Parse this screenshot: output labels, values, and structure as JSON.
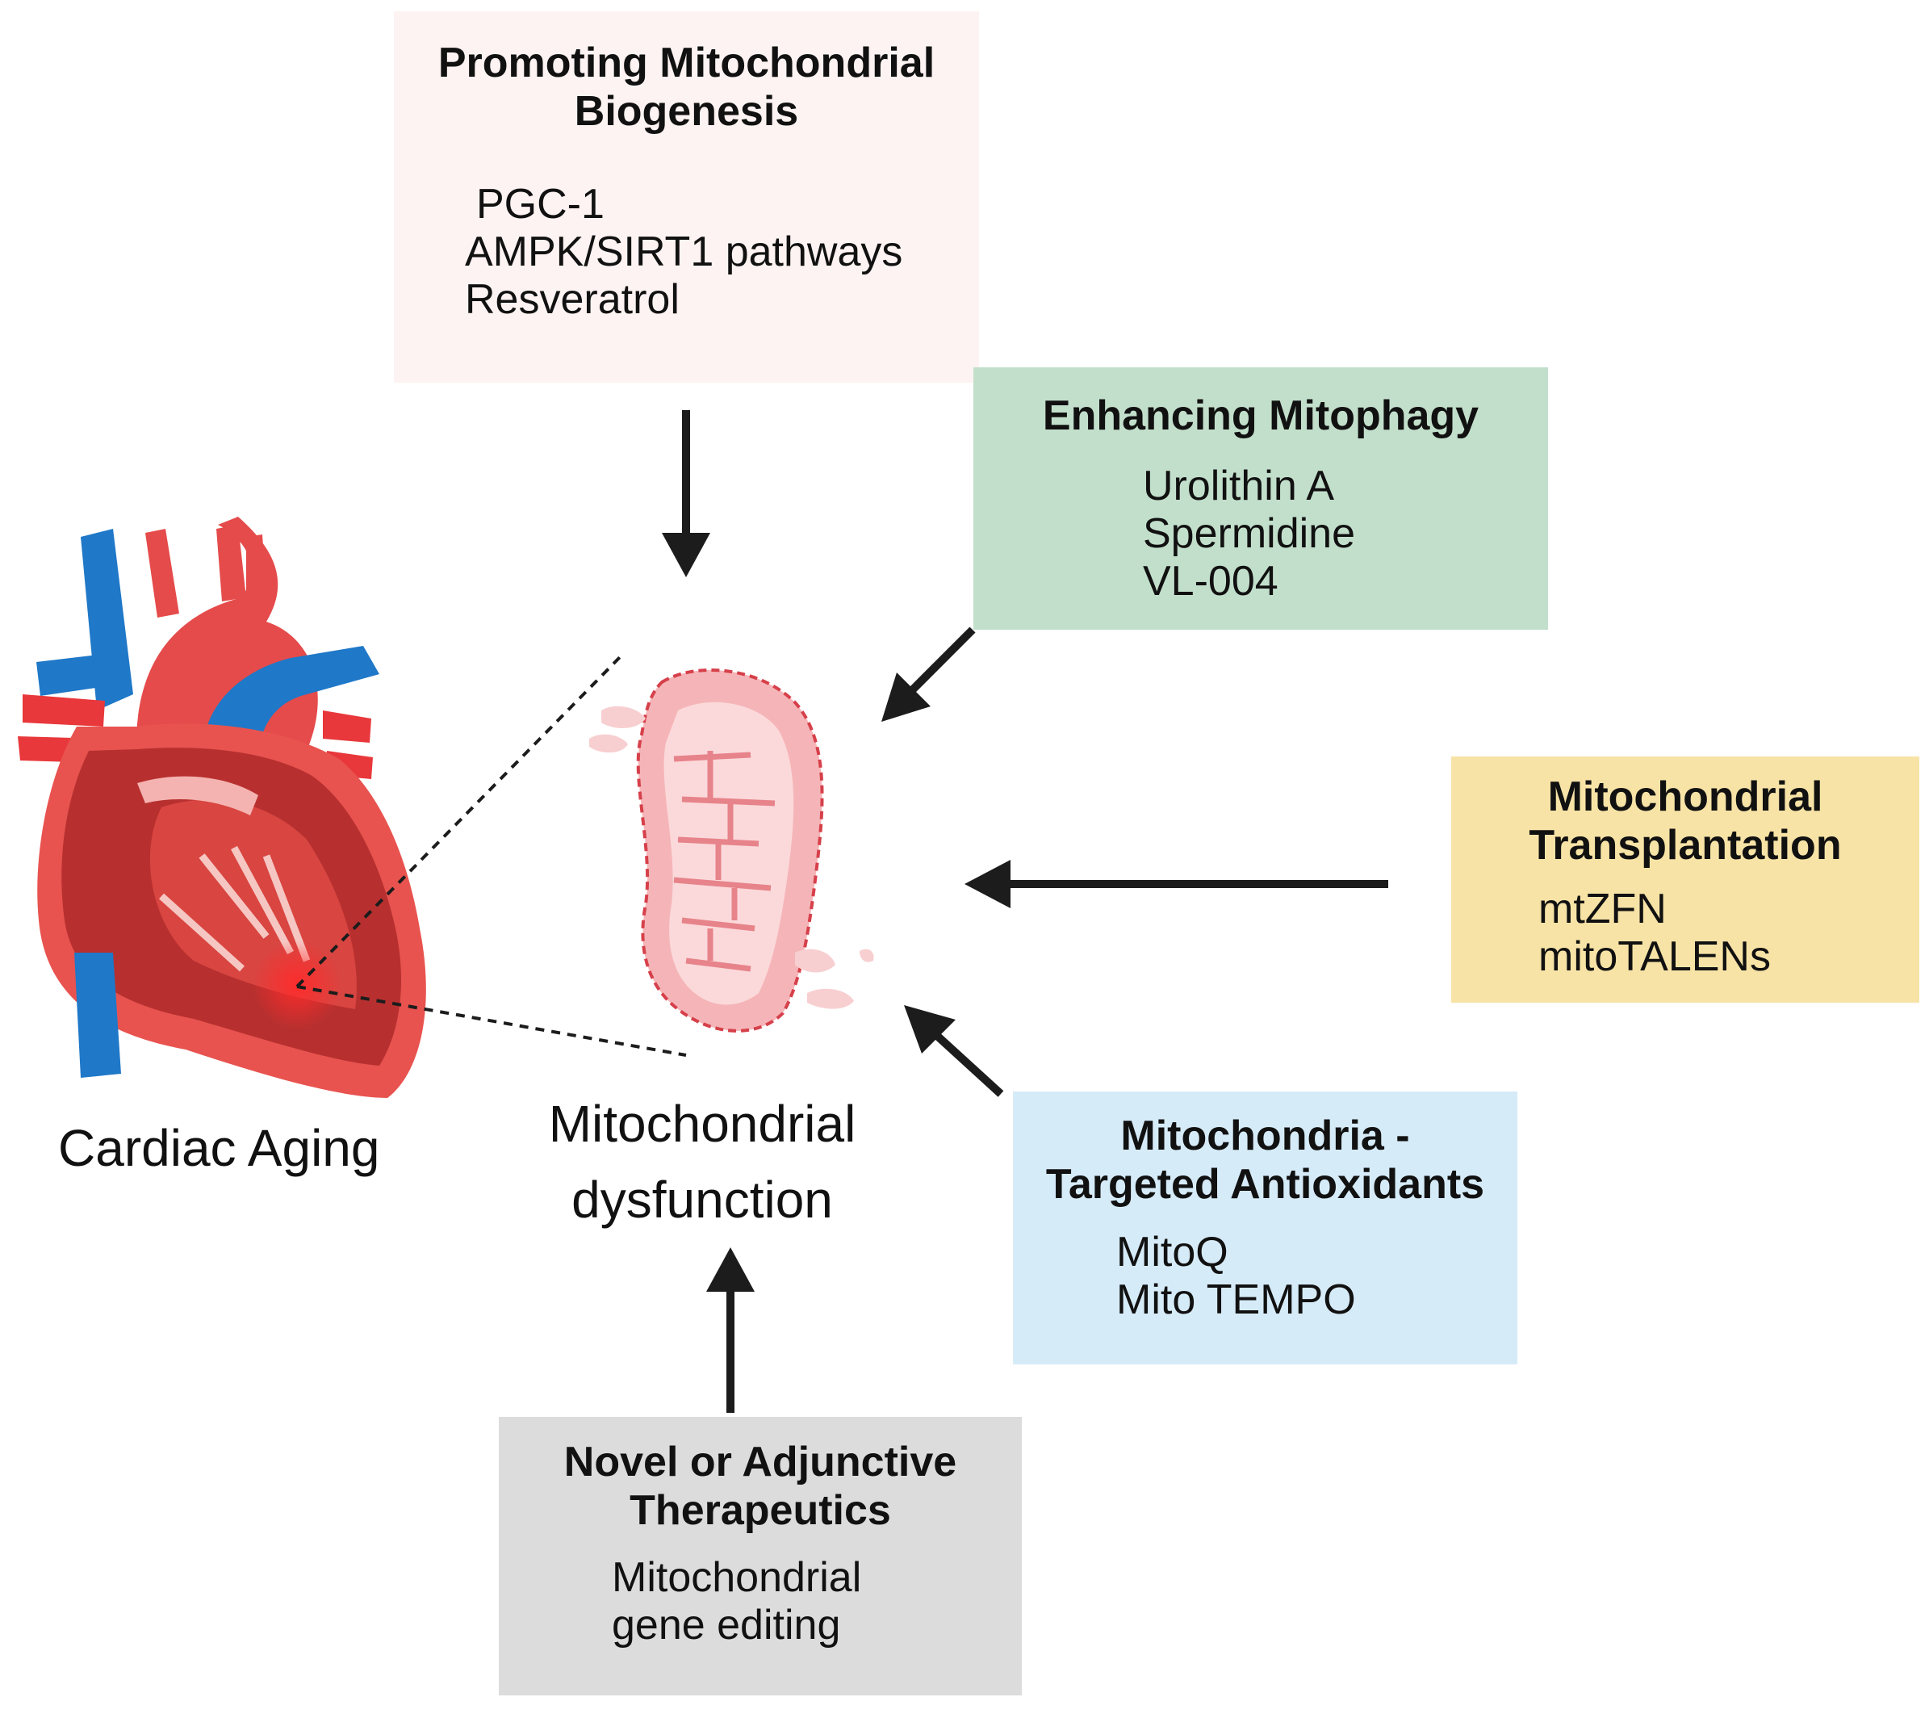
{
  "heart_label": "Cardiac Aging",
  "center_label": {
    "line1": "Mitochondrial",
    "line2": "dysfunction"
  },
  "boxes": [
    {
      "key": "biogenesis",
      "title_lines": [
        "Promoting Mitochondrial",
        "Biogenesis"
      ],
      "items": [
        "PGC-1",
        "AMPK/SIRT1 pathways",
        "Resveratrol"
      ],
      "color": "#fdf3f2"
    },
    {
      "key": "mitophagy",
      "title_lines": [
        "Enhancing Mitophagy"
      ],
      "items": [
        "Urolithin A",
        "Spermidine",
        "VL-004"
      ],
      "color": "#c2dfcb"
    },
    {
      "key": "transplantation",
      "title_lines": [
        "Mitochondrial",
        "Transplantation"
      ],
      "items": [
        "mtZFN",
        "mitoTALENs"
      ],
      "color": "#f7e3a6"
    },
    {
      "key": "antioxidants",
      "title_lines": [
        "Mitochondria -",
        "Targeted Antioxidants"
      ],
      "items": [
        "MitoQ",
        "Mito TEMPO"
      ],
      "color": "#d6ebf8"
    },
    {
      "key": "novel",
      "title_lines": [
        "Novel or Adjunctive",
        "Therapeutics"
      ],
      "items": [
        "Mitochondrial",
        "gene editing"
      ],
      "color": "#dcdcdc"
    }
  ],
  "colors": {
    "arrow": "#1c1c1c",
    "heart_red": "#e54b4b",
    "vessel_blue": "#1f78c8",
    "mito_pink": "#f5b5b8"
  }
}
